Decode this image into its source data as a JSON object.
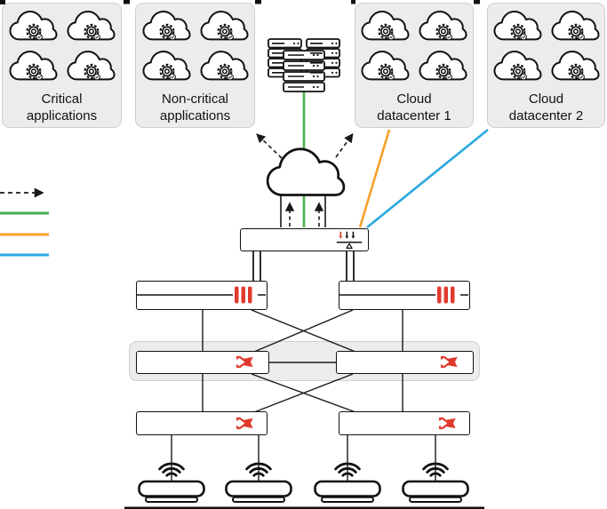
{
  "page": {
    "background": "#FFFFFF"
  },
  "groups": {
    "critical_apps": {
      "label_line1": "Critical",
      "label_line2": "applications"
    },
    "noncritical_apps": {
      "label_line1": "Non-critical",
      "label_line2": "applications"
    },
    "datacenter1": {
      "label_line1": "Cloud",
      "label_line2": "datacenter 1"
    },
    "datacenter2": {
      "label_line1": "Cloud",
      "label_line2": "datacenter 2"
    }
  },
  "icons": {
    "cloud_application": "cloud-gear-icon",
    "onprem_datacenter": "server-rack-icon",
    "internet": "cloud-icon",
    "wan_edge": "load-balancer-icon",
    "firewall": "firewall-icon",
    "switch": "crossed-arrows-switch-icon",
    "access_point": "wireless-ap-icon"
  },
  "legend": {
    "items": [
      {
        "name": "dashed-black-arrow",
        "style": "dashed",
        "color": "#1A1A1A"
      },
      {
        "name": "green-link",
        "style": "solid",
        "color": "#46B050"
      },
      {
        "name": "orange-link",
        "style": "solid",
        "color": "#F7A128"
      },
      {
        "name": "blue-link",
        "style": "solid",
        "color": "#29A8E0"
      }
    ]
  },
  "colors": {
    "green": "#46B050",
    "orange": "#F7A128",
    "blue": "#29A8E0",
    "red": "#E03A2F",
    "zone_fill": "#ECECEC",
    "zone_border": "#CFCFCF",
    "line": "#1A1A1A"
  }
}
